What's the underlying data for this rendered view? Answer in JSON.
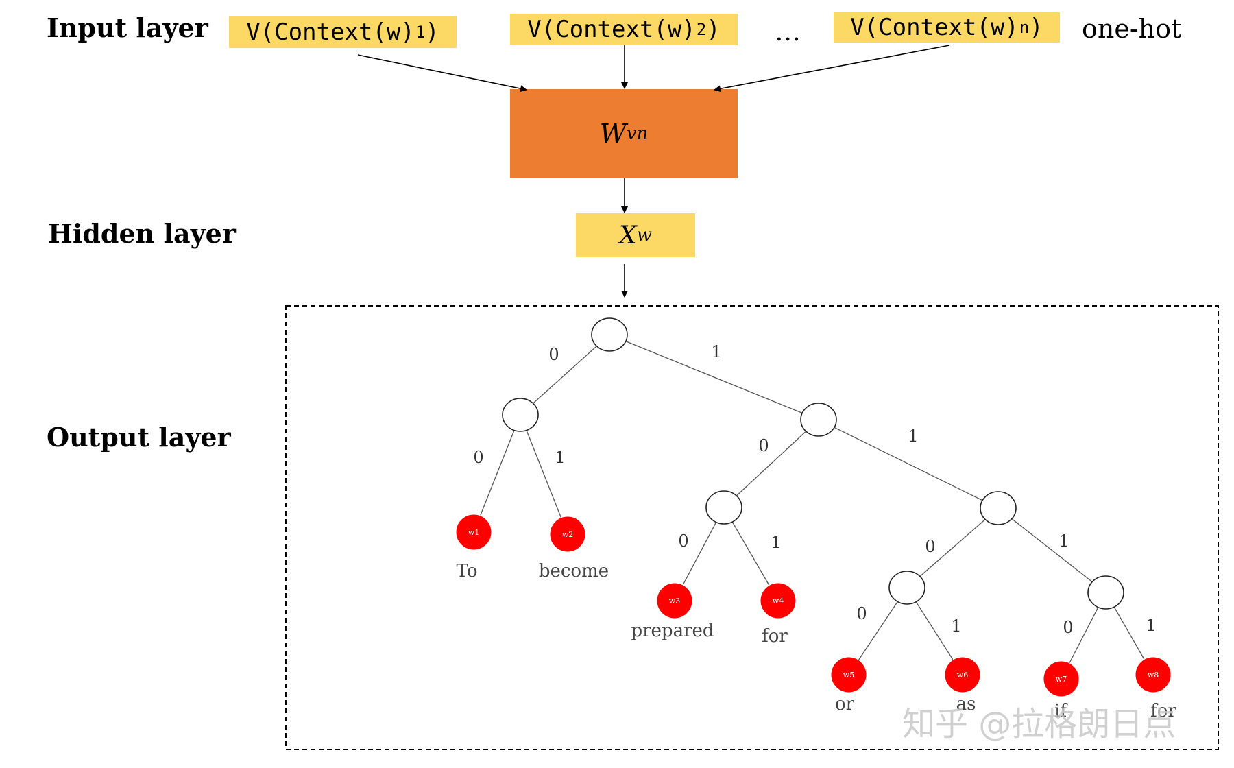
{
  "labels": {
    "input": "Input layer",
    "hidden": "Hidden layer",
    "output": "Output layer"
  },
  "inputs": [
    {
      "base": "V(Context(w)",
      "sub": "1",
      "close": ")"
    },
    {
      "base": "V(Context(w)",
      "sub": "2",
      "close": ")"
    },
    {
      "base": "V(Context(w)",
      "sub": "n",
      "close": ")"
    }
  ],
  "ellipsis": "…",
  "one_hot": "one-hot",
  "weight": {
    "base": "W",
    "sub": "vn"
  },
  "hidden_vector": {
    "base": "X",
    "sub": "w"
  },
  "tree": {
    "edge_labels": [
      "0",
      "1"
    ],
    "leaves": [
      {
        "id": "w1",
        "word": "To"
      },
      {
        "id": "w2",
        "word": "become"
      },
      {
        "id": "w3",
        "word": "prepared"
      },
      {
        "id": "w4",
        "word": "for"
      },
      {
        "id": "w5",
        "word": "or"
      },
      {
        "id": "w6",
        "word": "as"
      },
      {
        "id": "w7",
        "word": "if"
      },
      {
        "id": "w8",
        "word": "for"
      }
    ]
  },
  "colors": {
    "orange": "#ed7d31",
    "yellow": "#fcd865",
    "leaf": "#ff0000"
  },
  "watermark": "知乎 @拉格朗日点"
}
